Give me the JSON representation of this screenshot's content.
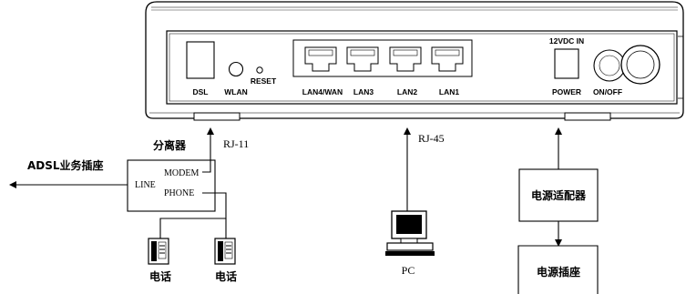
{
  "router": {
    "ports": {
      "dsl": "DSL",
      "wlan": "WLAN",
      "reset": "RESET",
      "lan4_wan": "LAN4/WAN",
      "lan3": "LAN3",
      "lan2": "LAN2",
      "lan1": "LAN1",
      "power_rating": "12VDC IN",
      "power": "POWER",
      "on_off": "ON/OFF"
    }
  },
  "splitter": {
    "title": "分离器",
    "line": "LINE",
    "modem": "MODEM",
    "phone": "PHONE"
  },
  "cables": {
    "rj11": "RJ-11",
    "rj45": "RJ-45"
  },
  "adsl_socket": "ADSL业务插座",
  "phones": [
    "电话",
    "电话"
  ],
  "pc": "PC",
  "power_adapter": "电源适配器",
  "power_socket": "电源插座"
}
